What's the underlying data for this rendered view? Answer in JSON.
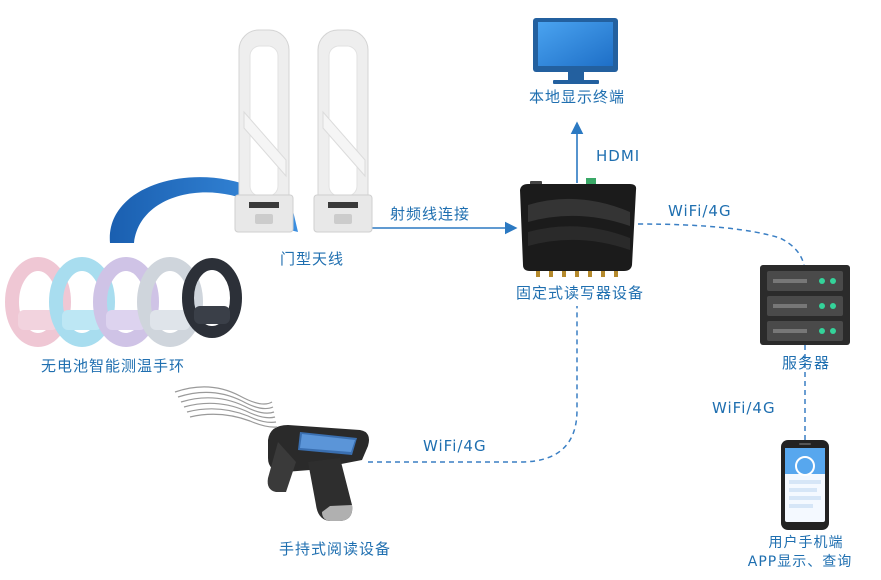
{
  "nodes": {
    "gate_antenna": "门型天线",
    "fixed_reader": "固定式读写器设备",
    "local_display": "本地显示终端",
    "server": "服务器",
    "bands": "无电池智能测温手环",
    "handheld": "手持式阅读设备",
    "phone_line1": "用户手机端",
    "phone_line2": "APP显示、查询"
  },
  "edges": {
    "rf_cable": "射频线连接",
    "hdmi": "HDMI",
    "reader_server": "WiFi/4G",
    "server_phone": "WiFi/4G",
    "handheld_reader": "WiFi/4G"
  },
  "colors": {
    "label": "#1f6fb0",
    "arrow": "#2b79c2",
    "dashed": "#3a7fc4",
    "gate": "#f2f2f2",
    "reader": "#1b1b1b",
    "server": "#2b2b2b",
    "server_led": "#34d39a"
  },
  "icons": {
    "display": "monitor-icon",
    "server": "server-rack-icon",
    "phone": "smartphone-icon",
    "handheld": "handheld-scanner-icon",
    "gate": "security-gate-icon",
    "bands": "wristband-icon",
    "signal": "wireless-wave-icon"
  }
}
